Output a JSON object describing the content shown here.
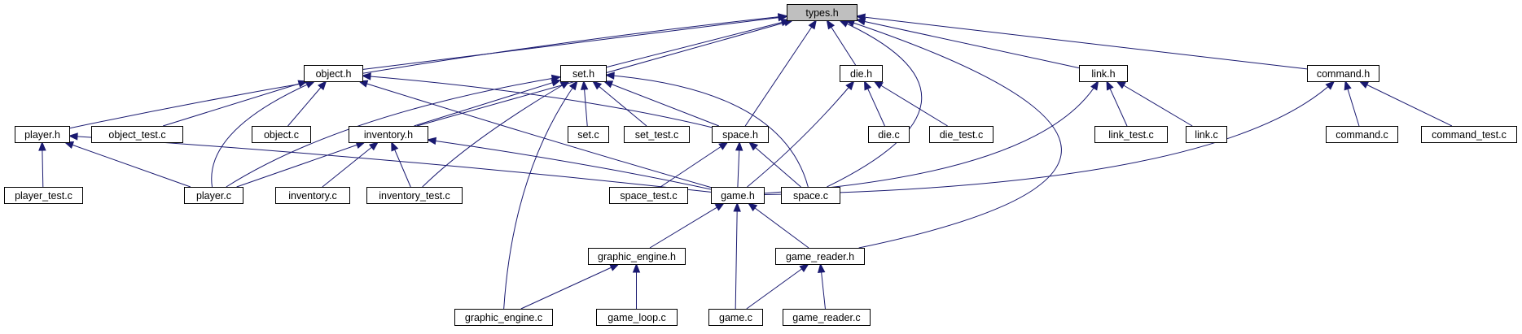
{
  "colors": {
    "edge": "#191970",
    "node_border": "#000000",
    "node_fill": "#ffffff",
    "root_fill": "#bfbfbf"
  },
  "root": "types.h",
  "nodes": [
    {
      "id": "types_h",
      "label": "types.h"
    },
    {
      "id": "object_h",
      "label": "object.h"
    },
    {
      "id": "set_h",
      "label": "set.h"
    },
    {
      "id": "die_h",
      "label": "die.h"
    },
    {
      "id": "link_h",
      "label": "link.h"
    },
    {
      "id": "command_h",
      "label": "command.h"
    },
    {
      "id": "player_h",
      "label": "player.h"
    },
    {
      "id": "object_test_c",
      "label": "object_test.c"
    },
    {
      "id": "object_c",
      "label": "object.c"
    },
    {
      "id": "inventory_h",
      "label": "inventory.h"
    },
    {
      "id": "set_c",
      "label": "set.c"
    },
    {
      "id": "set_test_c",
      "label": "set_test.c"
    },
    {
      "id": "space_h",
      "label": "space.h"
    },
    {
      "id": "die_c",
      "label": "die.c"
    },
    {
      "id": "die_test_c",
      "label": "die_test.c"
    },
    {
      "id": "link_test_c",
      "label": "link_test.c"
    },
    {
      "id": "link_c",
      "label": "link.c"
    },
    {
      "id": "command_c",
      "label": "command.c"
    },
    {
      "id": "command_test_c",
      "label": "command_test.c"
    },
    {
      "id": "player_test_c",
      "label": "player_test.c"
    },
    {
      "id": "player_c",
      "label": "player.c"
    },
    {
      "id": "inventory_c",
      "label": "inventory.c"
    },
    {
      "id": "inventory_test_c",
      "label": "inventory_test.c"
    },
    {
      "id": "space_test_c",
      "label": "space_test.c"
    },
    {
      "id": "game_h",
      "label": "game.h"
    },
    {
      "id": "space_c",
      "label": "space.c"
    },
    {
      "id": "graphic_engine_h",
      "label": "graphic_engine.h"
    },
    {
      "id": "game_reader_h",
      "label": "game_reader.h"
    },
    {
      "id": "graphic_engine_c",
      "label": "graphic_engine.c"
    },
    {
      "id": "game_loop_c",
      "label": "game_loop.c"
    },
    {
      "id": "game_c",
      "label": "game.c"
    },
    {
      "id": "game_reader_c",
      "label": "game_reader.c"
    }
  ],
  "edges": [
    {
      "from": "types_h",
      "to": "player_h"
    },
    {
      "from": "types_h",
      "to": "object_h"
    },
    {
      "from": "types_h",
      "to": "set_h"
    },
    {
      "from": "types_h",
      "to": "inventory_h"
    },
    {
      "from": "types_h",
      "to": "space_h"
    },
    {
      "from": "types_h",
      "to": "die_h"
    },
    {
      "from": "types_h",
      "to": "space_c"
    },
    {
      "from": "types_h",
      "to": "link_h"
    },
    {
      "from": "types_h",
      "to": "game_reader_h"
    },
    {
      "from": "types_h",
      "to": "command_h"
    },
    {
      "from": "object_h",
      "to": "object_test_c"
    },
    {
      "from": "object_h",
      "to": "object_c"
    },
    {
      "from": "object_h",
      "to": "player_c"
    },
    {
      "from": "object_h",
      "to": "space_h"
    },
    {
      "from": "object_h",
      "to": "game_h"
    },
    {
      "from": "set_h",
      "to": "inventory_h"
    },
    {
      "from": "set_h",
      "to": "player_c"
    },
    {
      "from": "set_h",
      "to": "set_c"
    },
    {
      "from": "set_h",
      "to": "set_test_c"
    },
    {
      "from": "set_h",
      "to": "space_h"
    },
    {
      "from": "set_h",
      "to": "space_c"
    },
    {
      "from": "set_h",
      "to": "inventory_test_c"
    },
    {
      "from": "set_h",
      "to": "graphic_engine_c"
    },
    {
      "from": "die_h",
      "to": "die_c"
    },
    {
      "from": "die_h",
      "to": "die_test_c"
    },
    {
      "from": "die_h",
      "to": "game_h"
    },
    {
      "from": "link_h",
      "to": "link_test_c"
    },
    {
      "from": "link_h",
      "to": "link_c"
    },
    {
      "from": "link_h",
      "to": "game_h"
    },
    {
      "from": "command_h",
      "to": "command_c"
    },
    {
      "from": "command_h",
      "to": "command_test_c"
    },
    {
      "from": "command_h",
      "to": "game_h"
    },
    {
      "from": "player_h",
      "to": "player_test_c"
    },
    {
      "from": "player_h",
      "to": "player_c"
    },
    {
      "from": "player_h",
      "to": "game_h"
    },
    {
      "from": "inventory_h",
      "to": "player_c"
    },
    {
      "from": "inventory_h",
      "to": "inventory_c"
    },
    {
      "from": "inventory_h",
      "to": "inventory_test_c"
    },
    {
      "from": "inventory_h",
      "to": "game_h"
    },
    {
      "from": "space_h",
      "to": "space_test_c"
    },
    {
      "from": "space_h",
      "to": "game_h"
    },
    {
      "from": "space_h",
      "to": "space_c"
    },
    {
      "from": "game_h",
      "to": "graphic_engine_h"
    },
    {
      "from": "game_h",
      "to": "game_c"
    },
    {
      "from": "game_h",
      "to": "game_reader_h"
    },
    {
      "from": "graphic_engine_h",
      "to": "graphic_engine_c"
    },
    {
      "from": "graphic_engine_h",
      "to": "game_loop_c"
    },
    {
      "from": "game_reader_h",
      "to": "game_c"
    },
    {
      "from": "game_reader_h",
      "to": "game_reader_c"
    }
  ]
}
